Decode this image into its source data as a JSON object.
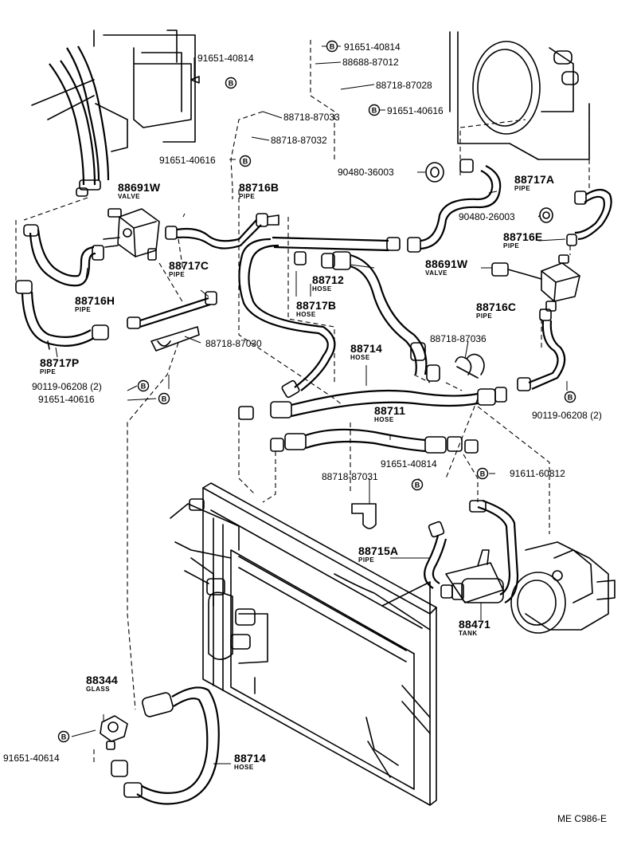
{
  "diagram_code": "ME C986-E",
  "bolt_symbol": "B",
  "callouts": {
    "c_91651_40814_top": "91651-40814",
    "c_88688_87012": "88688-87012",
    "c_88718_87028": "88718-87028",
    "c_91651_40616_top": "91651-40616",
    "c_91651_40814_left": "91651-40814",
    "c_88718_87033": "88718-87033",
    "c_88718_87032": "88718-87032",
    "c_91651_40616_mid": "91651-40616",
    "c_90480_36003": "90480-36003",
    "c_90480_26003": "90480-26003",
    "c_88718_87030": "88718-87030",
    "c_90119_06208_left": "90119-06208 (2)",
    "c_91651_40616_low": "91651-40616",
    "c_88718_87036": "88718-87036",
    "c_90119_06208_right": "90119-06208  (2)",
    "c_91651_40814_low": "91651-40814",
    "c_88718_87031": "88718-87031",
    "c_91611_60812": "91611-60812",
    "c_91651_40614": "91651-40614"
  },
  "parts": {
    "p88691w_left": {
      "number": "88691W",
      "name": "VALVE"
    },
    "p88716b": {
      "number": "88716B",
      "name": "PIPE"
    },
    "p88717a": {
      "number": "88717A",
      "name": "PIPE"
    },
    "p88716e": {
      "number": "88716E",
      "name": "PIPE"
    },
    "p88691w_right": {
      "number": "88691W",
      "name": "VALVE"
    },
    "p88717c": {
      "number": "88717C",
      "name": "PIPE"
    },
    "p88712": {
      "number": "88712",
      "name": "HOSE"
    },
    "p88717b": {
      "number": "88717B",
      "name": "HOSE"
    },
    "p88716h": {
      "number": "88716H",
      "name": "PIPE"
    },
    "p88716c": {
      "number": "88716C",
      "name": "PIPE"
    },
    "p88717p": {
      "number": "88717P",
      "name": "PIPE"
    },
    "p88714_mid": {
      "number": "88714",
      "name": "HOSE"
    },
    "p88711": {
      "number": "88711",
      "name": "HOSE"
    },
    "p88715a": {
      "number": "88715A",
      "name": "PIPE"
    },
    "p88471": {
      "number": "88471",
      "name": "TANK"
    },
    "p88344": {
      "number": "88344",
      "name": "GLASS"
    },
    "p88714_low": {
      "number": "88714",
      "name": "HOSE"
    }
  }
}
